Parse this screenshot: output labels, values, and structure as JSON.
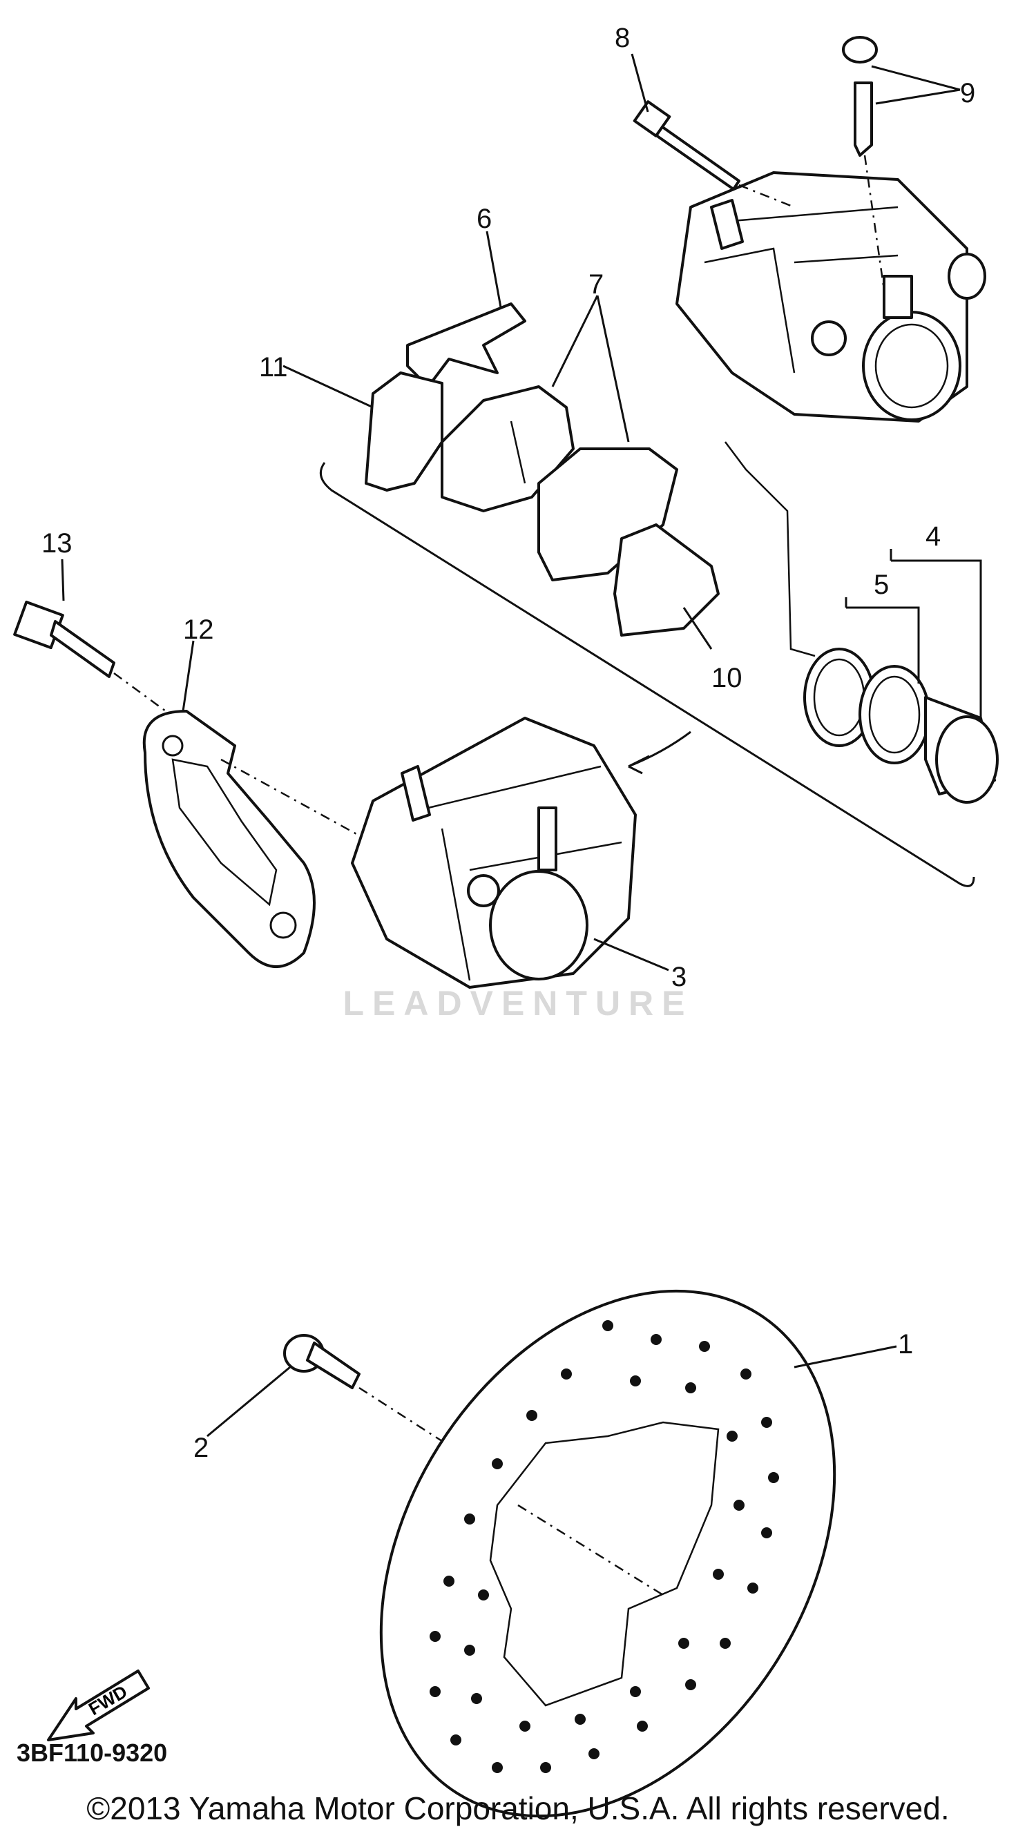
{
  "diagram_code": "3BF110-9320",
  "copyright": "©2013 Yamaha Motor Corporation, U.S.A. All rights reserved.",
  "watermark": "LEADVENTURE",
  "fwd_label": "FWD",
  "callouts": {
    "c1": "1",
    "c2": "2",
    "c3": "3",
    "c4": "4",
    "c5": "5",
    "c6": "6",
    "c7": "7",
    "c8": "8",
    "c9": "9",
    "c10": "10",
    "c11": "11",
    "c12": "12",
    "c13": "13"
  }
}
